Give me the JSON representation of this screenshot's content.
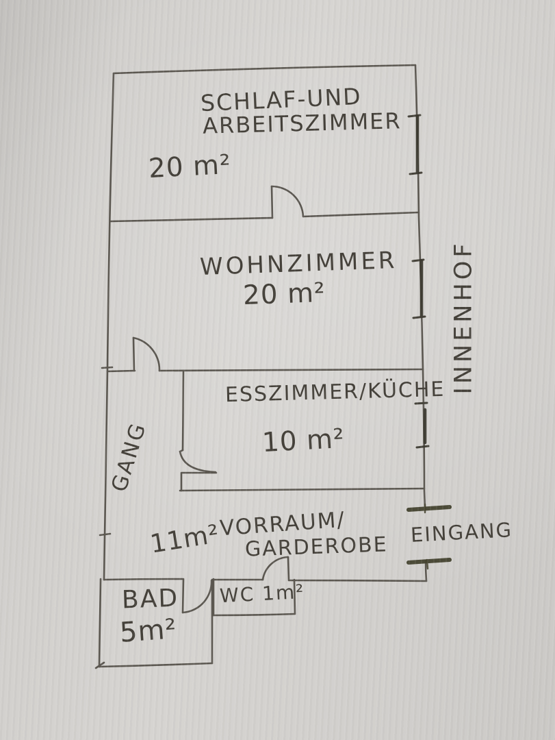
{
  "rooms": {
    "schlafzimmer": {
      "name_line1": "SCHLAF-UND",
      "name_line2": "ARBEITSZIMMER",
      "area": "20 m²"
    },
    "wohnzimmer": {
      "name": "WOHNZIMMER",
      "area": "20 m²"
    },
    "esszimmer_kueche": {
      "name": "ESSZIMMER/KÜCHE",
      "area": "10 m²"
    },
    "gang": {
      "name": "GANG"
    },
    "vorraum": {
      "name_line1": "VORRAUM/",
      "name_line2": "GARDEROBE",
      "area": "11m²"
    },
    "bad": {
      "name": "BAD",
      "area": "5m²"
    },
    "wc": {
      "name": "WC 1m²"
    }
  },
  "annotations": {
    "eingang": "EINGANG",
    "innenhof": "INNENHOF"
  },
  "colors": {
    "paper": "#d2d0cd",
    "pencil": "#56524b",
    "pencil_dark": "#3b382f",
    "entrance_mark": "#45432f",
    "text": "#45413a"
  }
}
